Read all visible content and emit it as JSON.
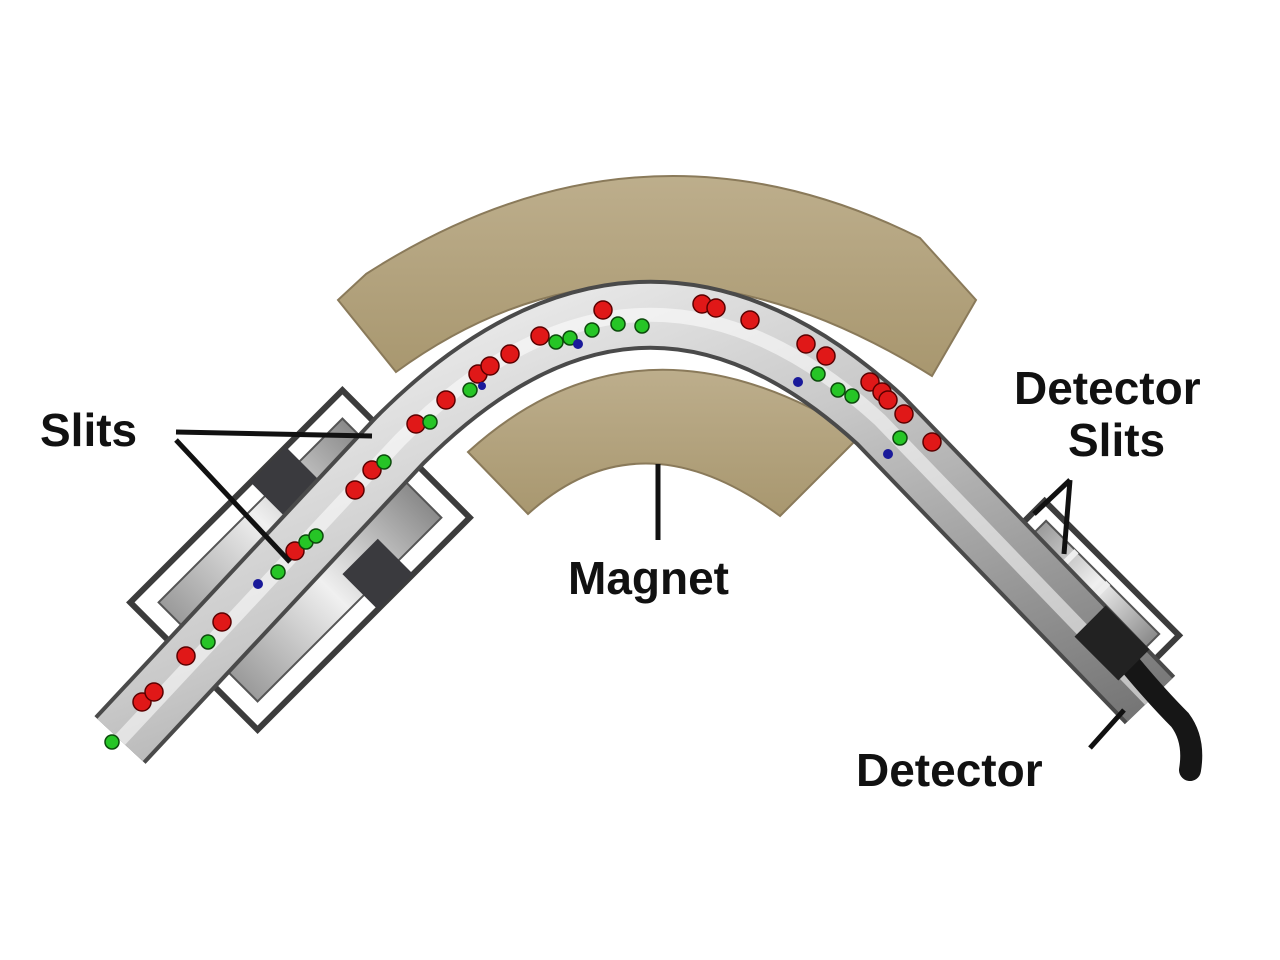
{
  "labels": {
    "slits": "Slits",
    "magnet": "Magnet",
    "detector_slits_line1": "Detector",
    "detector_slits_line2": "Slits",
    "detector": "Detector"
  },
  "colors": {
    "background": "#ffffff",
    "magnet": "#b5a584",
    "magnet_edge": "#8a7a5a",
    "tube_light": "#f2f2f2",
    "tube_dark": "#7a7a7a",
    "housing_outline": "#3c3c3c",
    "ion_red": "#e01818",
    "ion_green": "#26c526",
    "ion_blue": "#1a1a9a",
    "text": "#111111"
  },
  "particle_legend": [
    "ion-red",
    "ion-green",
    "ion-blue"
  ]
}
